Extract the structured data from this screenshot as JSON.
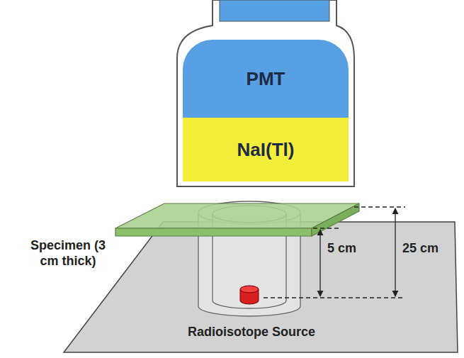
{
  "diagram": {
    "nodes": [
      {
        "text": [
          "PMT"
        ]
      },
      {
        "text": [
          "NaI(Tl)"
        ]
      }
    ],
    "labels": [
      "Specimen (3 cm thick)",
      "5 cm",
      "25 cm",
      "Radioisotope Source"
    ]
  }
}
